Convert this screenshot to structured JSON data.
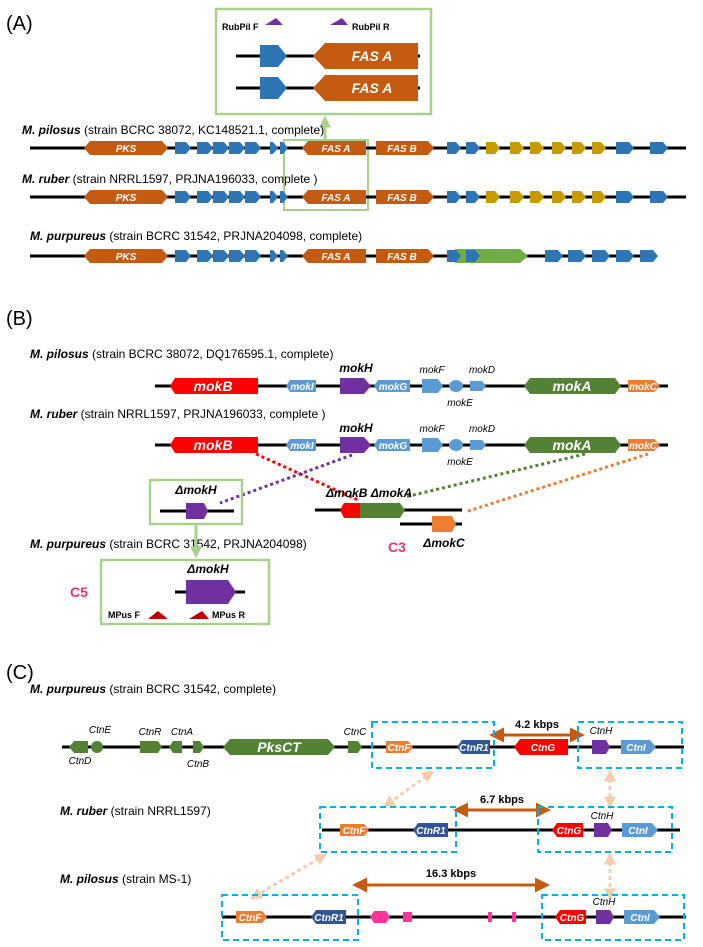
{
  "colors": {
    "orange": "#c55a11",
    "blue": "#2e75b6",
    "gold": "#c79a00",
    "green": "#548235",
    "red": "#ff0000",
    "purple": "#7030a0",
    "light_blue": "#5b9bd5",
    "light_orange": "#ed7d31",
    "navy": "#2f5597",
    "pink": "#ff3399",
    "frame_green": "#a9d18e",
    "box_cyan": "#00b0f0",
    "arrow_brown": "#c55a11",
    "peach": "#f8cbad",
    "magenta_label": "#e8337a"
  },
  "panel_a": {
    "label": "(A)",
    "inset": {
      "primer_f": "RubPil F",
      "primer_r": "RubPil R",
      "gene_1": "FAS A",
      "gene_2": "FAS A"
    },
    "tracks": [
      {
        "title_species": "M. pilosus",
        "title_rest": " (strain BCRC 38072, KC148521.1, complete)",
        "pks": "PKS",
        "fas_a": "FAS A",
        "fas_b": "FAS B"
      },
      {
        "title_species": "M. ruber",
        "title_rest": " (strain NRRL1597,  PRJNA196033, complete )",
        "pks": "PKS",
        "fas_a": "FAS A",
        "fas_b": "FAS B"
      },
      {
        "title_species": "M. purpureus",
        "title_rest": " (strain BCRC 31542, PRJNA204098, complete)",
        "pks": "PKS",
        "fas_a": "FAS A",
        "fas_b": "FAS B"
      }
    ]
  },
  "panel_b": {
    "label": "(B)",
    "tracks": [
      {
        "title_species": "M. pilosus",
        "title_rest": " (strain BCRC 38072, DQ176595.1, complete)",
        "mokB": "mokB",
        "mokI": "mokI",
        "mokH": "mokH",
        "mokG": "mokG",
        "mokF": "mokF",
        "mokD": "mokD",
        "mokE": "mokE",
        "mokA": "mokA",
        "mokC": "mokC"
      },
      {
        "title_species": "M. ruber",
        "title_rest": " (strain NRRL1597,  PRJNA196033, complete )",
        "mokB": "mokB",
        "mokI": "mokI",
        "mokH": "mokH",
        "mokG": "mokG",
        "mokF": "mokF",
        "mokD": "mokD",
        "mokE": "mokE",
        "mokA": "mokA",
        "mokC": "mokC"
      }
    ],
    "purpureus_title_species": "M. purpureus",
    "purpureus_title_rest": " (strain BCRC 31542, PRJNA204098)",
    "delta_mokH": "ΔmokH",
    "delta_mokB_mokA": "ΔmokB ΔmokA",
    "delta_mokC": "ΔmokC",
    "cluster_c3": "C3",
    "cluster_c5": "C5",
    "inset_delta_mokH": "ΔmokH",
    "primer_f": "MPus F",
    "primer_r": "MPus R"
  },
  "panel_c": {
    "label": "(C)",
    "tracks": [
      {
        "title_species": "M. purpureus",
        "title_rest": " (strain BCRC 31542, complete)",
        "distance": "4.2 kbps"
      },
      {
        "title_species": "M. ruber",
        "title_rest": " (strain NRRL1597)",
        "distance": "6.7 kbps"
      },
      {
        "title_species": "M. pilosus",
        "title_rest": " (strain MS-1)",
        "distance": "16.3 kbps"
      }
    ],
    "genes": {
      "ctnE": "CtnE",
      "ctnD": "CtnD",
      "ctnR": "CtnR",
      "ctnA": "CtnA",
      "ctnB": "CtnB",
      "pksct": "PksCT",
      "ctnC": "CtnC",
      "ctnF": "CtnF",
      "ctnR1": "CtnR1",
      "ctnG": "CtnG",
      "ctnH": "CtnH",
      "ctnI": "CtnI"
    }
  }
}
